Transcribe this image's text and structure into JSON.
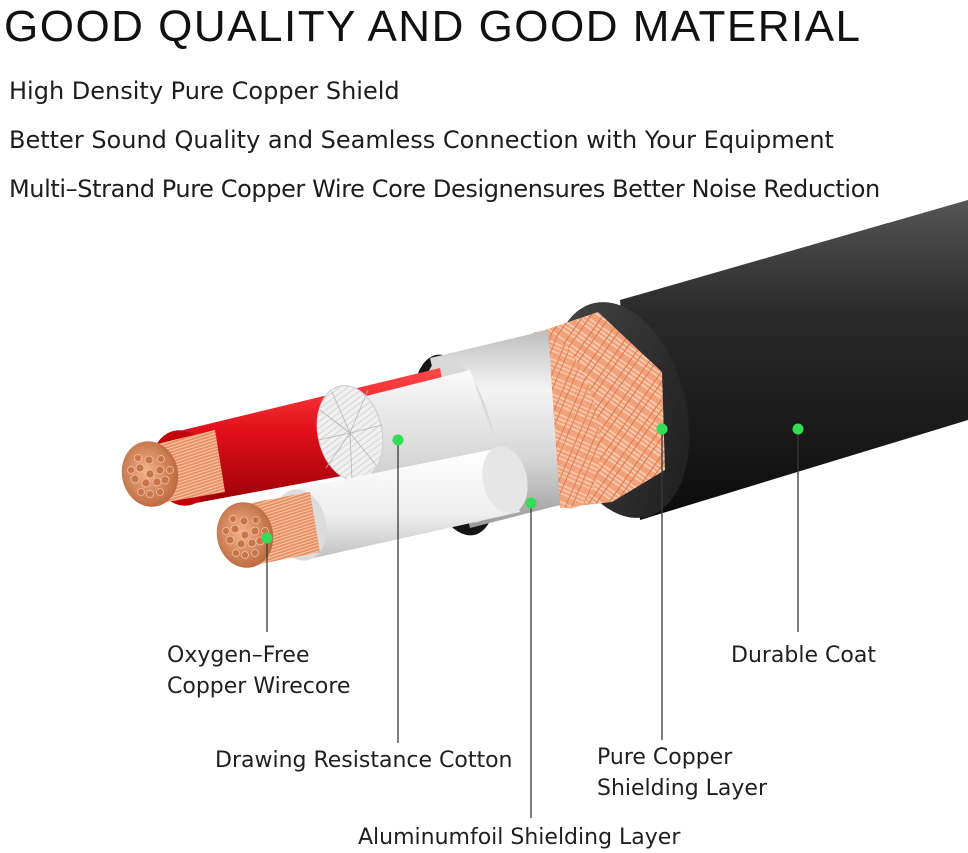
{
  "headline": "GOOD QUALITY AND GOOD MATERIAL",
  "features": [
    "High Density Pure Copper Shield",
    "Better Sound Quality and Seamless Connection with Your Equipment",
    "Multi–Strand Pure Copper Wire Core Designensures Better Noise Reduction"
  ],
  "callouts": {
    "wirecore": {
      "line1": "Oxygen–Free",
      "line2": "Copper Wirecore"
    },
    "cotton": "Drawing Resistance Cotton",
    "foil": "Aluminumfoil Shielding Layer",
    "copper_shield": {
      "line1": "Pure Copper",
      "line2": "Shielding Layer"
    },
    "coat": "Durable Coat"
  },
  "colors": {
    "marker": "#33dd55",
    "jacket": "#222222",
    "red_insulation": "#e0101a",
    "white_insulation": "#f2f2f2",
    "copper": "#e58a55"
  }
}
